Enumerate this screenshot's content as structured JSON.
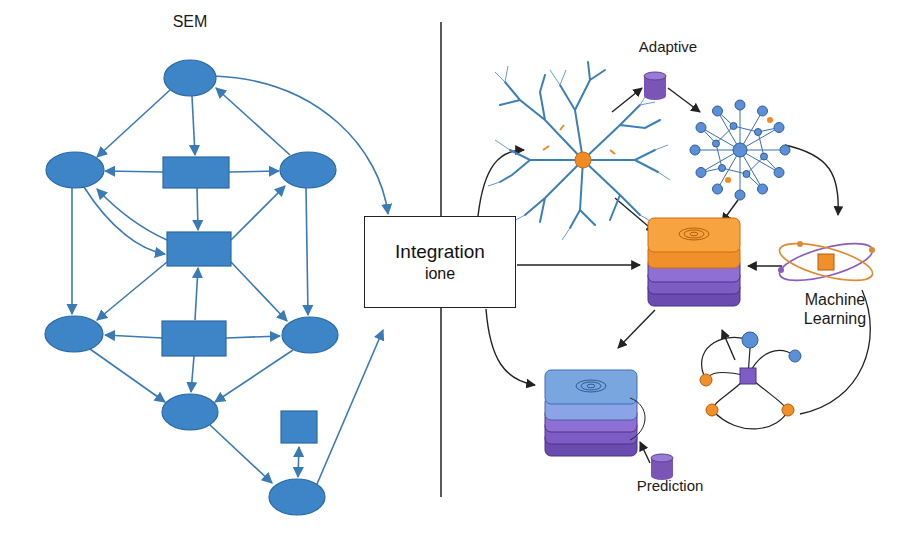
{
  "diagram": {
    "nodes": [
      {
        "text": [
          "Integration",
          "ione"
        ]
      }
    ],
    "labels": [
      "SEM",
      "Adaptive",
      "Machine Learning",
      "Prediction"
    ]
  }
}
